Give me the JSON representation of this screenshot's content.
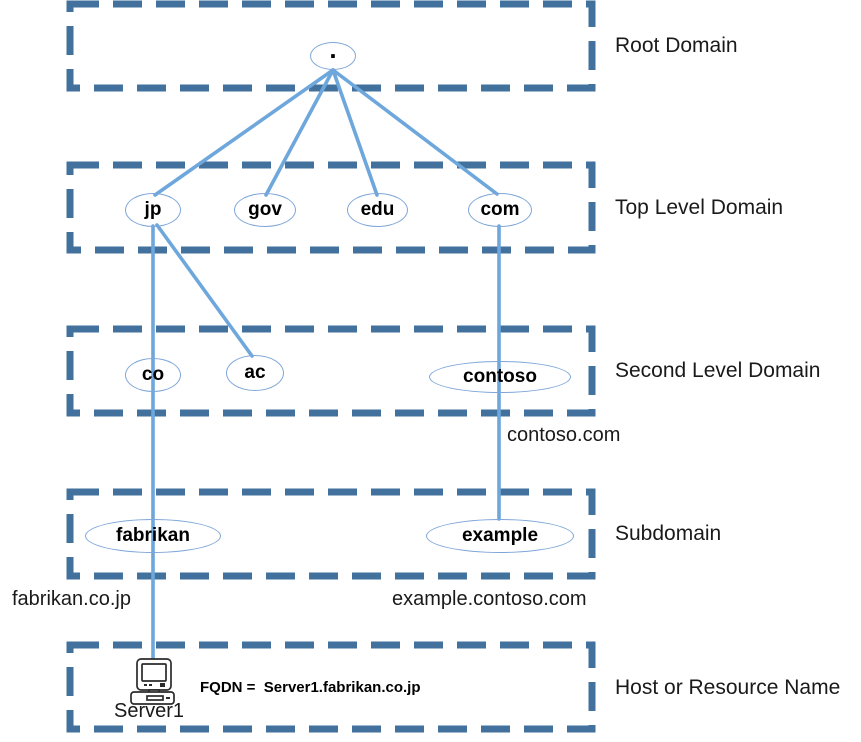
{
  "levels": [
    {
      "label": "Root Domain"
    },
    {
      "label": "Top Level Domain"
    },
    {
      "label": "Second Level Domain"
    },
    {
      "label": "Subdomain"
    },
    {
      "label": "Host or Resource Name"
    }
  ],
  "nodes": {
    "root": ".",
    "jp": "jp",
    "gov": "gov",
    "edu": "edu",
    "com": "com",
    "co": "co",
    "ac": "ac",
    "contoso": "contoso",
    "fabrikan": "fabrikan",
    "example": "example"
  },
  "annotations": {
    "contoso_com": "contoso.com",
    "fabrikan_co_jp": "fabrikan.co.jp",
    "example_contoso_com": "example.contoso.com",
    "fqdn": "FQDN =  Server1.fabrikan.co.jp",
    "server_name": "Server1"
  },
  "colors": {
    "band_border": "#41719C",
    "connector_line": "#6EA7DC",
    "node_outline": "#7EA6D9",
    "label_text": "#1A1A1A"
  }
}
